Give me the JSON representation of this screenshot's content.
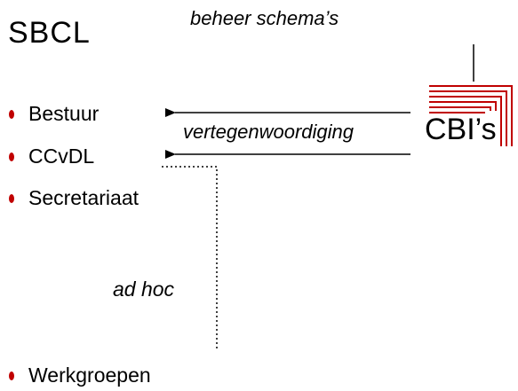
{
  "title": "SBCL",
  "captions": {
    "beheer": "beheer schema’s",
    "vertegenwoordiging": "vertegenwoordiging",
    "ad_hoc": "ad hoc"
  },
  "items": [
    {
      "label": "Bestuur"
    },
    {
      "label": "CCvDL"
    },
    {
      "label": "Secretariaat"
    },
    {
      "label": "Werkgroepen"
    }
  ],
  "cbi": {
    "label": "CBI’s"
  },
  "colors": {
    "bullet": "#c00000",
    "cbi_stripes": "#c00000",
    "lines": "#000000"
  }
}
